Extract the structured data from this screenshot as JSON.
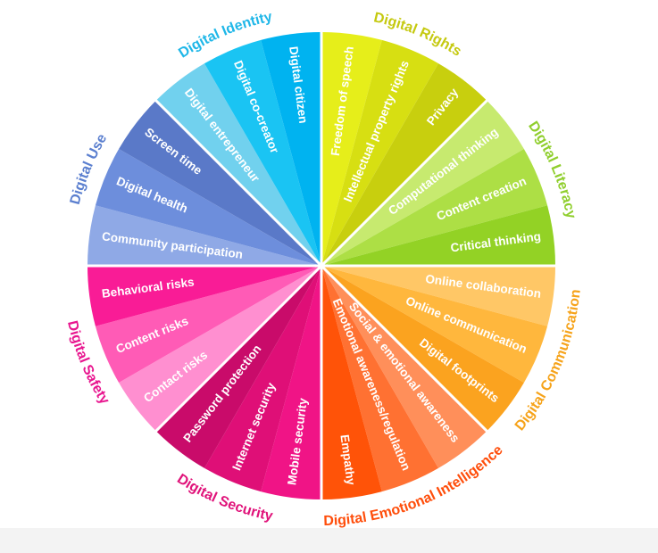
{
  "wheel": {
    "categories": [
      {
        "name": "Digital Rights",
        "color": "#c5c90f",
        "subs": [
          {
            "label": "Freedom of speech",
            "color": "#e6ee1a"
          },
          {
            "label": "Intellectual property rights",
            "color": "#d7df12"
          },
          {
            "label": "Privacy",
            "color": "#c8cf0e"
          }
        ]
      },
      {
        "name": "Digital Literacy",
        "color": "#8fce2c",
        "subs": [
          {
            "label": "Computational thinking",
            "color": "#c7ea6f"
          },
          {
            "label": "Content creation",
            "color": "#addf45"
          },
          {
            "label": "Critical thinking",
            "color": "#93d225"
          }
        ]
      },
      {
        "name": "Digital Communication",
        "color": "#f6a31a",
        "subs": [
          {
            "label": "Online collaboration",
            "color": "#ffc766"
          },
          {
            "label": "Online communication",
            "color": "#ffb73d"
          },
          {
            "label": "Digital footprints",
            "color": "#fba31f"
          }
        ]
      },
      {
        "name": "Digital Emotional Intelligence",
        "color": "#ff4d0a",
        "subs": [
          {
            "label": "Social & emotional awareness",
            "color": "#ff8f5a"
          },
          {
            "label": "Emotional awareness/regulation",
            "color": "#ff7132"
          },
          {
            "label": "Empathy",
            "color": "#ff5308"
          }
        ]
      },
      {
        "name": "Digital Security",
        "color": "#e0137a",
        "subs": [
          {
            "label": "Mobile security",
            "color": "#f01486"
          },
          {
            "label": "Internet security",
            "color": "#df0f77"
          },
          {
            "label": "Password protection",
            "color": "#c90b6a"
          }
        ]
      },
      {
        "name": "Digital Safety",
        "color": "#e8168f",
        "subs": [
          {
            "label": "Contact risks",
            "color": "#ff8fd0"
          },
          {
            "label": "Content risks",
            "color": "#ff5bb6"
          },
          {
            "label": "Behavioral risks",
            "color": "#f91c96"
          }
        ]
      },
      {
        "name": "Digital Use",
        "color": "#5b7fcf",
        "subs": [
          {
            "label": "Community participation",
            "color": "#8fa9e6"
          },
          {
            "label": "Digital health",
            "color": "#6d8edc"
          },
          {
            "label": "Screen time",
            "color": "#5a79c8"
          }
        ]
      },
      {
        "name": "Digital Identity",
        "color": "#1fb7e8",
        "subs": [
          {
            "label": "Digital entrepreneur",
            "color": "#71d1ee"
          },
          {
            "label": "Digital co-creator",
            "color": "#1ac4f3"
          },
          {
            "label": "Digital citizen",
            "color": "#00b3f0"
          }
        ]
      }
    ]
  }
}
